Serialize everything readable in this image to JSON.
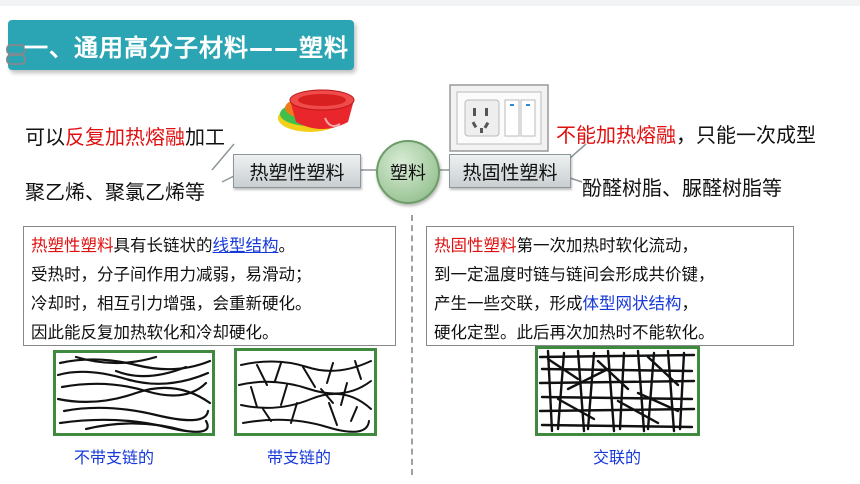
{
  "title": "一、通用高分子材料——塑料",
  "center_label": "塑料",
  "left": {
    "tag": "热塑性塑料",
    "desc_prefix": "可以",
    "desc_red": "反复加热熔融",
    "desc_suffix": "加工",
    "examples": "聚乙烯、聚氯乙烯等",
    "box_lines": [
      {
        "red": "热塑性塑料",
        "plain1": "具有长链状的",
        "blue": "线型结构",
        "plain2": "。"
      },
      {
        "plain": "受热时，分子间作用力减弱，易滑动；"
      },
      {
        "plain": "冷却时，相互引力增强，会重新硬化。"
      },
      {
        "plain": "因此能反复加热软化和冷却硬化。"
      }
    ],
    "captions": [
      "不带支链的",
      "带支链的"
    ]
  },
  "right": {
    "tag": "热固性塑料",
    "desc_red": "不能加热熔融",
    "desc_suffix": "，只能一次成型",
    "examples": "酚醛树脂、脲醛树脂等",
    "box_lines": [
      {
        "red": "热固性塑料",
        "plain1": "第一次加热时软化流动，"
      },
      {
        "plain": "到一定温度时链与链间会形成共价键，"
      },
      {
        "plain1": "产生一些交联，形成",
        "blue": "体型网状结构",
        "plain2": "，"
      },
      {
        "plain": "硬化定型。此后再次加热时不能软化。"
      }
    ],
    "caption": "交联的"
  },
  "colors": {
    "accent": "#2ba5b3",
    "red": "#e01010",
    "blue": "#1638d8",
    "frame_green": "#3f8a3f"
  }
}
